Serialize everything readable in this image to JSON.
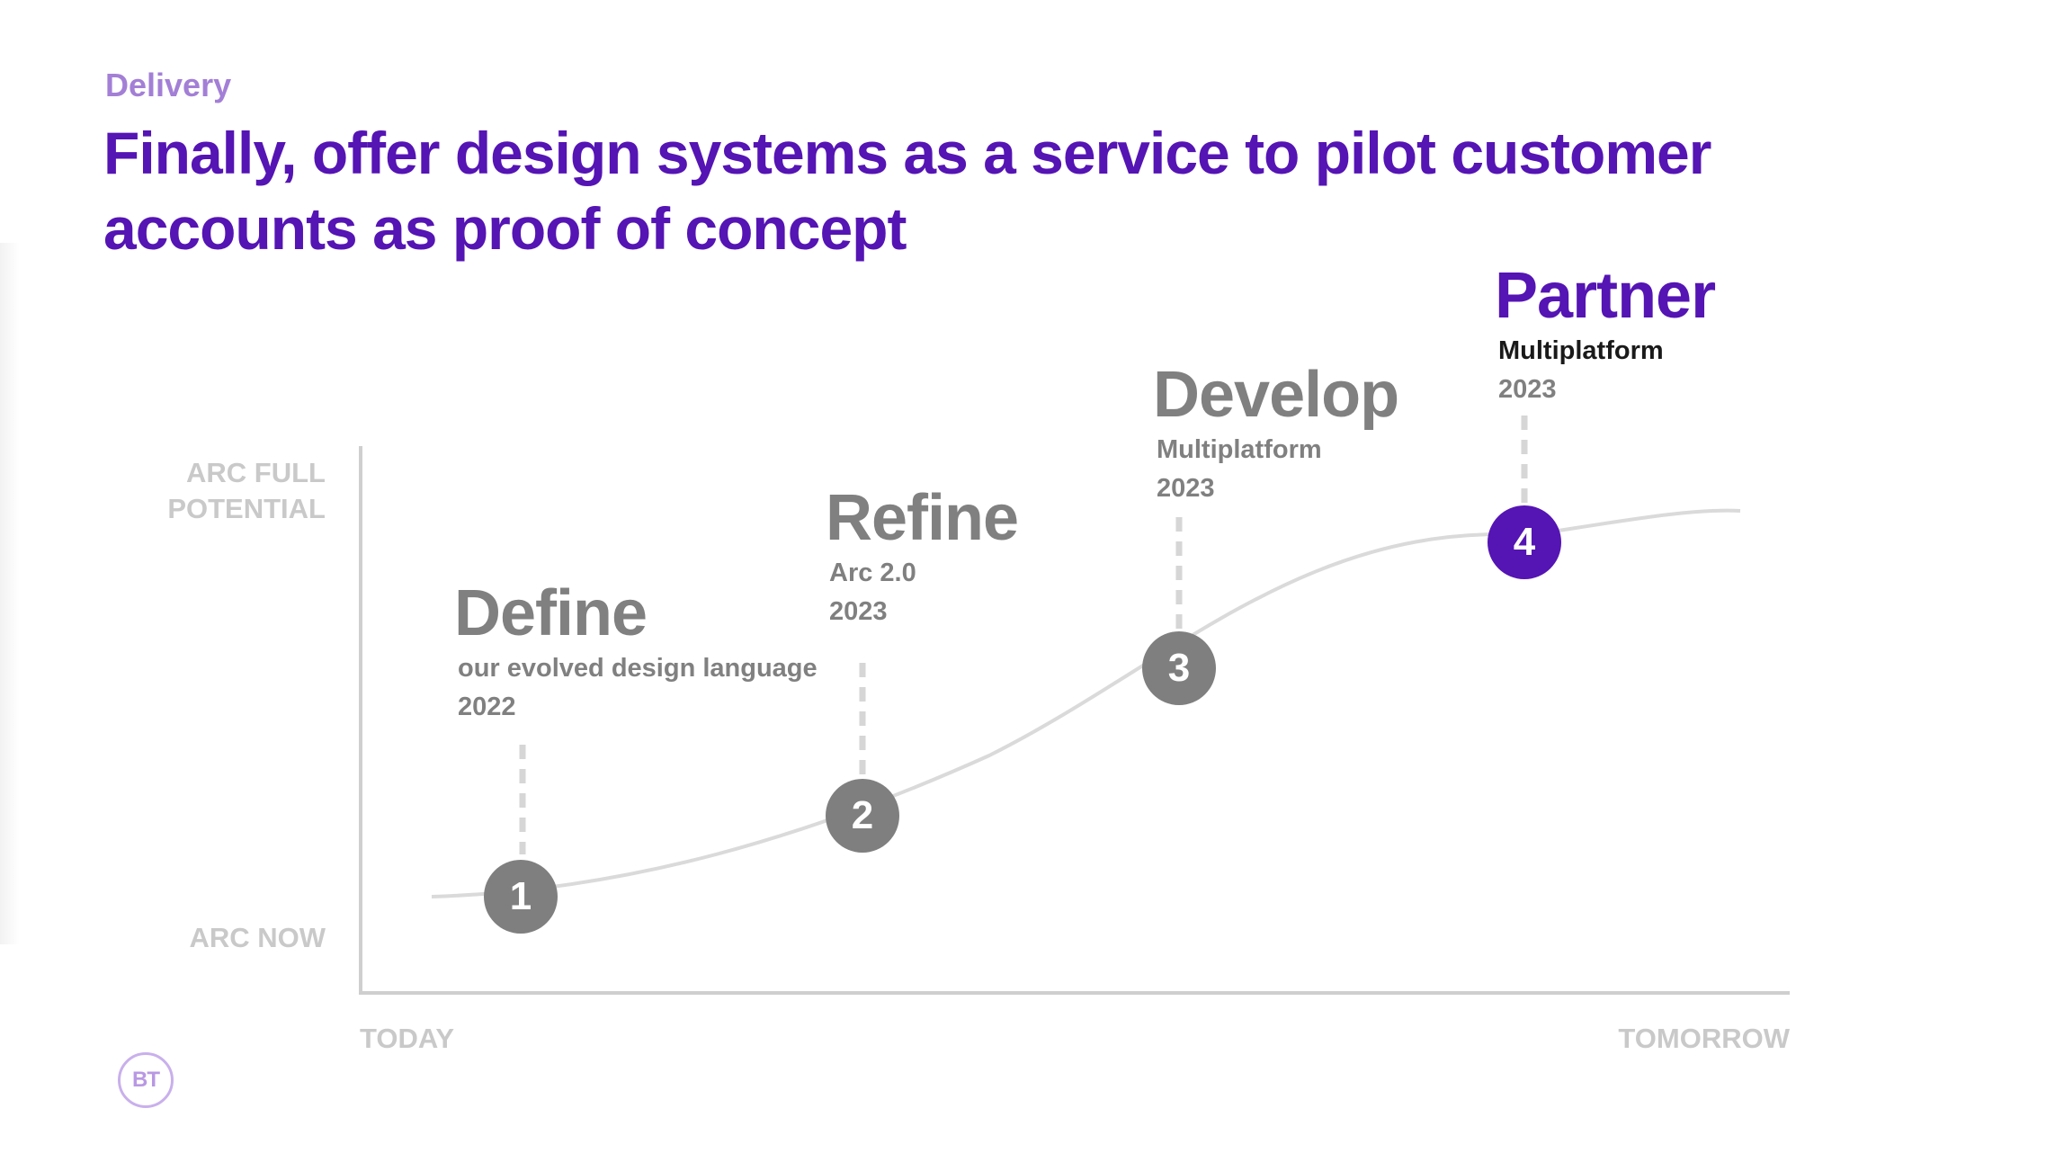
{
  "header": {
    "eyebrow": "Delivery",
    "title": "Finally, offer design systems as a service to pilot customer accounts as proof of concept"
  },
  "axes": {
    "y_top_label_line1": "ARC FULL",
    "y_top_label_line2": "POTENTIAL",
    "y_bottom_label": "ARC NOW",
    "x_left_label": "TODAY",
    "x_right_label": "TOMORROW"
  },
  "stages": [
    {
      "number": "1",
      "name": "Define",
      "subtitle": "our evolved design language",
      "year": "2022",
      "state": "grey"
    },
    {
      "number": "2",
      "name": "Refine",
      "subtitle": "Arc 2.0",
      "year": "2023",
      "state": "grey"
    },
    {
      "number": "3",
      "name": "Develop",
      "subtitle": "Multiplatform",
      "year": "2023",
      "state": "grey"
    },
    {
      "number": "4",
      "name": "Partner",
      "subtitle": "Multiplatform",
      "year": "2023",
      "state": "active"
    }
  ],
  "colors": {
    "brand_purple": "#5514b4",
    "eyebrow_purple": "#a37fd6",
    "inactive_grey": "#808080",
    "axis_grey": "#c9c9c9",
    "curve_grey": "#dadada"
  },
  "logo": {
    "text": "BT"
  }
}
